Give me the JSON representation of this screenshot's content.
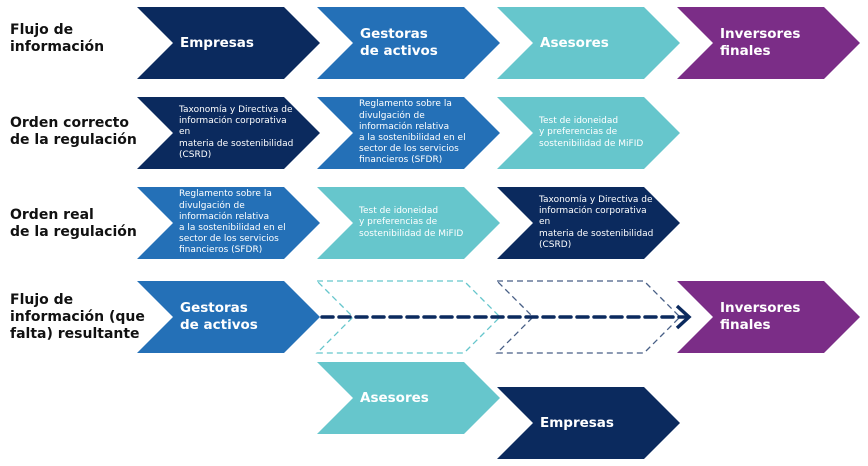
{
  "colors": {
    "navy": "#0b2a5e",
    "blue": "#2470b7",
    "teal": "#66c6cc",
    "purple": "#7b2d87"
  },
  "rows": [
    {
      "label": "Flujo de\ninformación",
      "chevrons": [
        {
          "text": "Empresas",
          "color": "navy",
          "size": "big"
        },
        {
          "text": "Gestoras\nde activos",
          "color": "blue",
          "size": "big"
        },
        {
          "text": "Asesores",
          "color": "teal",
          "size": "big"
        },
        {
          "text": "Inversores\nfinales",
          "color": "purple",
          "size": "big"
        }
      ]
    },
    {
      "label": "Orden correcto\nde la regulación",
      "chevrons": [
        {
          "text": "Taxonomía y Directiva de\ninformación corporativa en\nmateria de sostenibilidad\n(CSRD)",
          "color": "navy",
          "size": "small"
        },
        {
          "text": "Reglamento sobre la\ndivulgación de\ninformación relativa\na la sostenibilidad en el\nsector de los servicios\nfinancieros (SFDR)",
          "color": "blue",
          "size": "small"
        },
        {
          "text": "Test de idoneidad\ny preferencias de\nsostenibilidad de MiFID",
          "color": "teal",
          "size": "small"
        }
      ]
    },
    {
      "label": "Orden real\nde la regulación",
      "chevrons": [
        {
          "text": "Reglamento sobre la\ndivulgación de\ninformación relativa\na la sostenibilidad en el\nsector de los servicios\nfinancieros (SFDR)",
          "color": "blue",
          "size": "small"
        },
        {
          "text": "Test de idoneidad\ny preferencias de\nsostenibilidad de MiFID",
          "color": "teal",
          "size": "small"
        },
        {
          "text": "Taxonomía y Directiva de\ninformación corporativa en\nmateria de sostenibilidad\n(CSRD)",
          "color": "navy",
          "size": "small"
        }
      ]
    },
    {
      "label": "Flujo de\ninformación (que\nfalta) resultante",
      "chevrons": [
        {
          "text": "Gestoras\nde activos",
          "color": "blue",
          "size": "big"
        },
        {
          "text": "",
          "color": "teal",
          "size": "big",
          "outline": true
        },
        {
          "text": "",
          "color": "navy",
          "size": "big",
          "outline": true
        },
        {
          "text": "Inversores\nfinales",
          "color": "purple",
          "size": "big"
        }
      ]
    }
  ],
  "displaced": [
    {
      "text": "Asesores",
      "color": "teal",
      "size": "big"
    },
    {
      "text": "Empresas",
      "color": "navy",
      "size": "big"
    }
  ]
}
